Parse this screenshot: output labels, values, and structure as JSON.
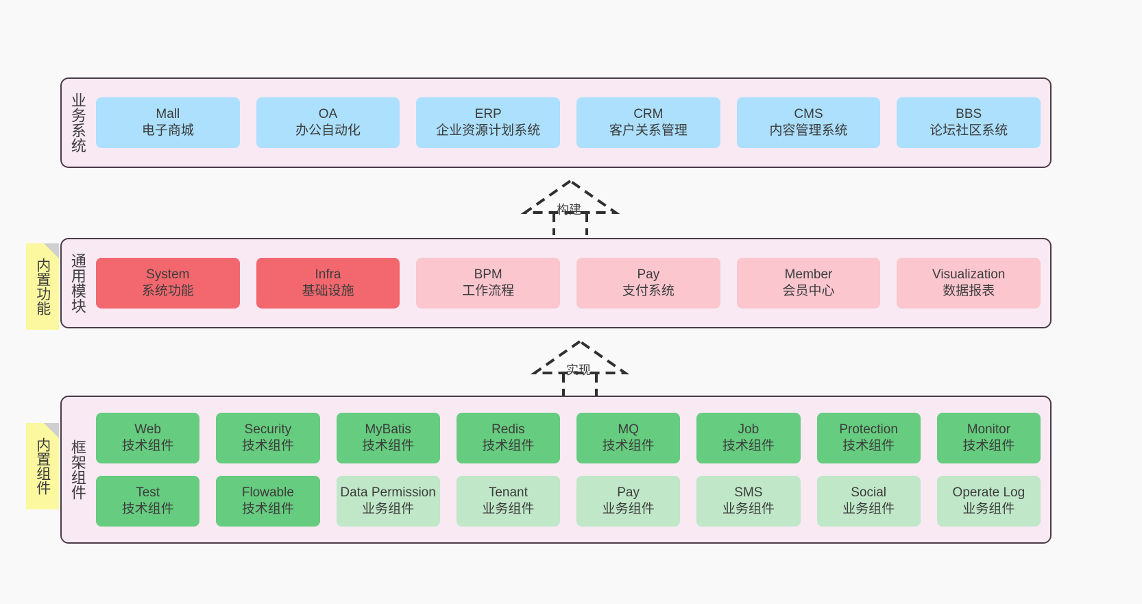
{
  "diagram": {
    "title_hidden": "",
    "background": "#f9f9f9",
    "frame_border": "#4a3b47",
    "frame_fill": "#f8e9f3",
    "colors": {
      "business": "#ace0fd",
      "module_core": "#f2686e",
      "module_other": "#fbc6ce",
      "tech_component": "#66cc7f",
      "biz_component": "#bfe7c8",
      "note": "#fbf8a0",
      "note_fold": "#cfcfcf"
    }
  },
  "layers": [
    {
      "id": "business-system",
      "title": "业务系统",
      "note": null,
      "rows": [
        {
          "cells": [
            {
              "en": "Mall",
              "cn": "电子商城",
              "style": "c-blue"
            },
            {
              "en": "OA",
              "cn": "办公自动化",
              "style": "c-blue"
            },
            {
              "en": "ERP",
              "cn": "企业资源计划系统",
              "style": "c-blue"
            },
            {
              "en": "CRM",
              "cn": "客户关系管理",
              "style": "c-blue"
            },
            {
              "en": "CMS",
              "cn": "内容管理系统",
              "style": "c-blue"
            },
            {
              "en": "BBS",
              "cn": "论坛社区系统",
              "style": "c-blue"
            }
          ]
        }
      ]
    },
    {
      "id": "common-module",
      "title": "通用模块",
      "note": "内置功能",
      "rows": [
        {
          "cells": [
            {
              "en": "System",
              "cn": "系统功能",
              "style": "c-red"
            },
            {
              "en": "Infra",
              "cn": "基础设施",
              "style": "c-red"
            },
            {
              "en": "BPM",
              "cn": "工作流程",
              "style": "c-pink"
            },
            {
              "en": "Pay",
              "cn": "支付系统",
              "style": "c-pink"
            },
            {
              "en": "Member",
              "cn": "会员中心",
              "style": "c-pink"
            },
            {
              "en": "Visualization",
              "cn": "数据报表",
              "style": "c-pink"
            }
          ]
        }
      ]
    },
    {
      "id": "framework-component",
      "title": "框架组件",
      "note": "内置组件",
      "rows": [
        {
          "cells": [
            {
              "en": "Web",
              "cn": "技术组件",
              "style": "c-green"
            },
            {
              "en": "Security",
              "cn": "技术组件",
              "style": "c-green"
            },
            {
              "en": "MyBatis",
              "cn": "技术组件",
              "style": "c-green"
            },
            {
              "en": "Redis",
              "cn": "技术组件",
              "style": "c-green"
            },
            {
              "en": "MQ",
              "cn": "技术组件",
              "style": "c-green"
            },
            {
              "en": "Job",
              "cn": "技术组件",
              "style": "c-green"
            },
            {
              "en": "Protection",
              "cn": "技术组件",
              "style": "c-green"
            },
            {
              "en": "Monitor",
              "cn": "技术组件",
              "style": "c-green"
            }
          ]
        },
        {
          "cells": [
            {
              "en": "Test",
              "cn": "技术组件",
              "style": "c-green"
            },
            {
              "en": "Flowable",
              "cn": "技术组件",
              "style": "c-green"
            },
            {
              "en": "Data Permission",
              "cn": "业务组件",
              "style": "c-greenlight"
            },
            {
              "en": "Tenant",
              "cn": "业务组件",
              "style": "c-greenlight"
            },
            {
              "en": "Pay",
              "cn": "业务组件",
              "style": "c-greenlight"
            },
            {
              "en": "SMS",
              "cn": "业务组件",
              "style": "c-greenlight"
            },
            {
              "en": "Social",
              "cn": "业务组件",
              "style": "c-greenlight"
            },
            {
              "en": "Operate Log",
              "cn": "业务组件",
              "style": "c-greenlight"
            }
          ]
        }
      ]
    }
  ],
  "connectors": [
    {
      "id": "build",
      "label": "构建",
      "from": "common-module",
      "to": "business-system"
    },
    {
      "id": "implement",
      "label": "实现",
      "from": "framework-component",
      "to": "common-module"
    }
  ]
}
